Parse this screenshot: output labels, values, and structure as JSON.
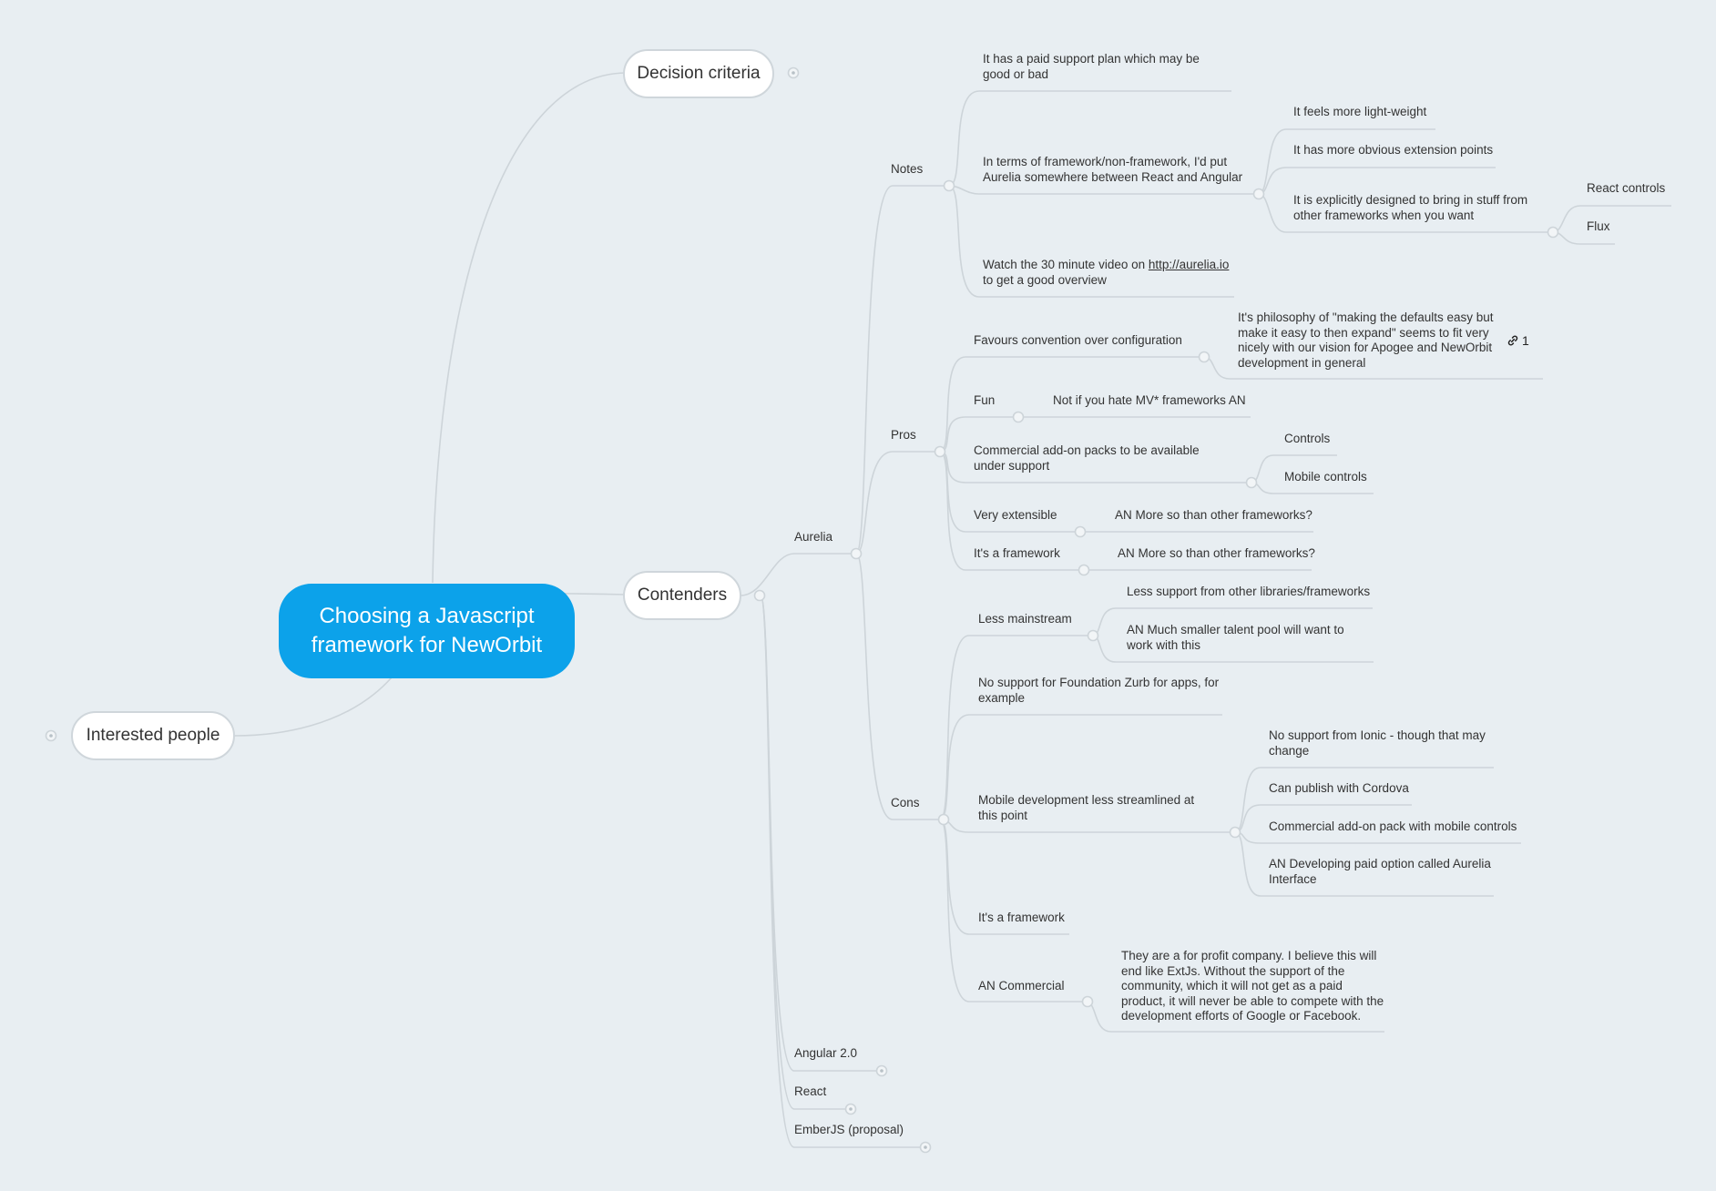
{
  "map": {
    "root": "Choosing a Javascript framework for NewOrbit",
    "decision": "Decision criteria",
    "contenders": "Contenders",
    "interested": "Interested people",
    "aurelia": "Aurelia",
    "notes": "Notes",
    "note1": "It has a paid support plan which may be good or bad",
    "note2": "In terms of framework/non-framework, I'd put Aurelia somewhere between React and Angular",
    "note2a": "It feels more light-weight",
    "note2b": "It has more obvious extension points",
    "note2c": "It is explicitly designed to bring in stuff from other frameworks when you want",
    "react_controls": "React controls",
    "flux": "Flux",
    "note3_pre": "Watch the 30 minute video on ",
    "note3_link": "http://aurelia.io",
    "note3_post": " to get a good overview",
    "pros": "Pros",
    "pro1": "Favours convention over configuration",
    "pro1a": "It's philosophy of \"making the defaults easy but make it easy to then expand\" seems to fit very nicely with our vision for Apogee and NewOrbit development in general",
    "attach_count": "1",
    "pro2": "Fun",
    "pro2a": "Not if you hate MV* frameworks AN",
    "pro3": "Commercial add-on packs to be available under support",
    "controls": "Controls",
    "mobile_controls": "Mobile controls",
    "pro4": "Very extensible",
    "pro4a": "AN More so than other frameworks?",
    "pro5": "It's a framework",
    "pro5a": "AN More so than other frameworks?",
    "cons": "Cons",
    "con1": "Less mainstream",
    "con1a": "Less support from other libraries/frameworks",
    "con1b": "AN Much smaller talent pool will want to work with this",
    "con2": "No support for Foundation Zurb for apps, for example",
    "con3": "Mobile development less streamlined at this point",
    "con3a": "No support from Ionic - though that may change",
    "con3b": "Can publish with Cordova",
    "con3c": "Commercial add-on pack with mobile controls",
    "con3d": "AN Developing paid option called Aurelia Interface",
    "con4": "It's a framework",
    "con5": "AN Commercial",
    "con5a": "They are a for profit company. I believe this will end like ExtJs. Without the support of the community, which it will not get as a paid product, it will never be able to compete with the development efforts of Google or Facebook.",
    "angular": "Angular 2.0",
    "react": "React",
    "ember": "EmberJS (proposal)"
  },
  "colors": {
    "background": "#e8eef2",
    "root": "#0ca2ea",
    "line": "#c9d1d6",
    "text": "#333333"
  }
}
